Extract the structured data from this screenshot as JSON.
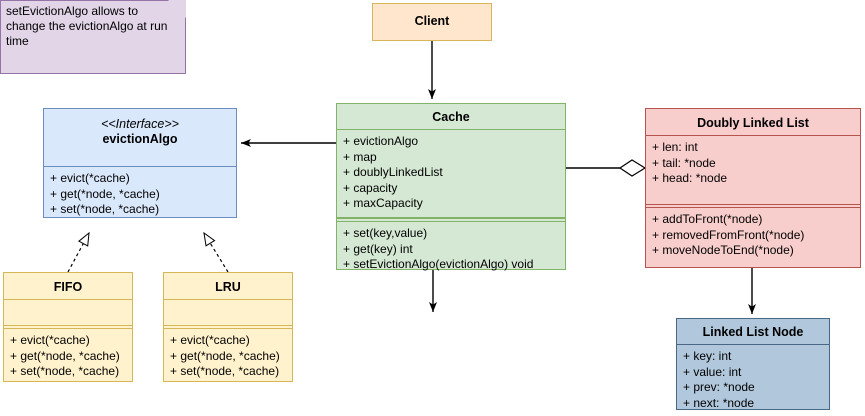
{
  "diagram": {
    "type": "uml-class-diagram",
    "title": "Cache system UML class diagram",
    "colors": {
      "client_fill": "#ffe6cc",
      "client_border": "#d6b656",
      "cache_fill": "#d5e8d4",
      "cache_border": "#82b366",
      "interface_fill": "#dae8fc",
      "interface_border": "#6c8ebf",
      "subclass_fill": "#fff2cc",
      "subclass_border": "#d6b656",
      "dll_fill": "#f8cecc",
      "dll_border": "#b85450",
      "node_fill": "#b1c7dc",
      "node_border": "#4a6785",
      "note_fill": "#e1d5e7",
      "note_border": "#9673a6",
      "edge": "#000000"
    }
  },
  "classes": {
    "client": {
      "name": "Client"
    },
    "cache": {
      "name": "Cache",
      "attributes": [
        "+ evictionAlgo",
        "+ map",
        "+ doublyLinkedList",
        "+ capacity",
        "+ maxCapacity"
      ],
      "methods": [
        "+ set(key,value)",
        "+ get(key) int",
        "+ setEvictionAlgo(evictionAlgo) void"
      ]
    },
    "eviction_algo": {
      "stereotype": "<<Interface>>",
      "name": "evictionAlgo",
      "attributes": [],
      "methods": [
        "+ evict(*cache)",
        "+ get(*node, *cache)",
        "+ set(*node, *cache)"
      ]
    },
    "fifo": {
      "name": "FIFO",
      "attributes": [],
      "methods": [
        "+ evict(*cache)",
        "+ get(*node, *cache)",
        "+ set(*node, *cache)"
      ]
    },
    "lru": {
      "name": "LRU",
      "attributes": [],
      "methods": [
        "+ evict(*cache)",
        "+ get(*node, *cache)",
        "+ set(*node, *cache)"
      ]
    },
    "doubly_linked_list": {
      "name": "Doubly Linked List",
      "attributes": [
        "+ len: int",
        "+ tail: *node",
        "+ head: *node"
      ],
      "methods": [
        "+ addToFront(*node)",
        "+ removedFromFront(*node)",
        "+ moveNodeToEnd(*node)"
      ]
    },
    "linked_list_node": {
      "name": "Linked List Node",
      "attributes": [
        "+ key: int",
        "+ value: int",
        "+ prev: *node",
        "+ next: *node"
      ]
    }
  },
  "note": {
    "text": "setEvictionAlgo allows to change the evictionAlgo at run time"
  },
  "relationships": [
    {
      "id": "client-to-cache",
      "from": "Client",
      "to": "Cache",
      "kind": "association-directed",
      "arrow": "filled-arrow"
    },
    {
      "id": "cache-to-evictionalgo",
      "from": "Cache",
      "to": "evictionAlgo",
      "kind": "association-directed",
      "arrow": "filled-arrow"
    },
    {
      "id": "cache-to-doublylinkedlist",
      "from": "Cache",
      "to": "Doubly Linked List",
      "kind": "aggregation",
      "arrow": "hollow-diamond"
    },
    {
      "id": "fifo-implements-evictionalgo",
      "from": "FIFO",
      "to": "evictionAlgo",
      "kind": "realization",
      "arrow": "hollow-triangle",
      "line": "dashed"
    },
    {
      "id": "lru-implements-evictionalgo",
      "from": "LRU",
      "to": "evictionAlgo",
      "kind": "realization",
      "arrow": "hollow-triangle",
      "line": "dashed"
    },
    {
      "id": "cache-to-note",
      "from": "Cache",
      "to": "note",
      "kind": "association-directed",
      "arrow": "filled-arrow"
    },
    {
      "id": "doublylinkedlist-to-node",
      "from": "Doubly Linked List",
      "to": "Linked List Node",
      "kind": "association-directed",
      "arrow": "filled-arrow"
    }
  ]
}
